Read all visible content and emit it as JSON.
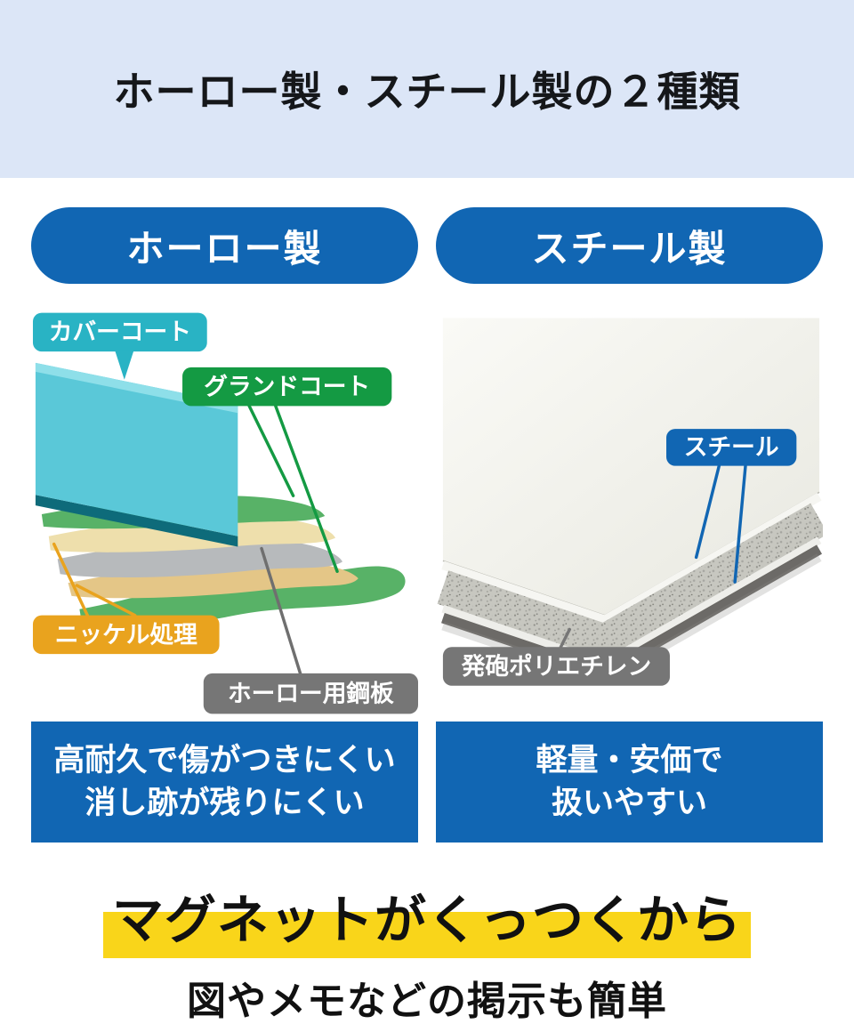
{
  "header": {
    "title": "ホーロー製・スチール製の２種類"
  },
  "columns": {
    "enamel": {
      "title": "ホーロー製",
      "labels": {
        "cover": "カバーコート",
        "ground": "グランドコート",
        "nickel": "ニッケル処理",
        "plate": "ホーロー用鋼板"
      },
      "feature": {
        "line1": "高耐久で傷がつきにくい",
        "line2": "消し跡が残りにくい"
      }
    },
    "steel": {
      "title": "スチール製",
      "labels": {
        "steel": "スチール",
        "foam": "発砲ポリエチレン"
      },
      "feature": {
        "line1": "軽量・安価で",
        "line2": "扱いやすい"
      }
    }
  },
  "footer": {
    "line1": "マグネットがくっつくから",
    "line2": "図やメモなどの掲示も簡単"
  },
  "colors": {
    "banner_bg": "#dce6f7",
    "accent_blue": "#1166b3",
    "yellow_highlight": "#f9d51a",
    "teal_tag": "#29b3c4",
    "green_tag": "#149a43",
    "orange_tag": "#e9a31e",
    "gray_tag": "#767676",
    "cyan_layer": "#5ac8d8",
    "green_layer": "#58b267",
    "cream_layer": "#eedfac",
    "tan_layer": "#e4c687",
    "silver_layer": "#b7babc"
  }
}
